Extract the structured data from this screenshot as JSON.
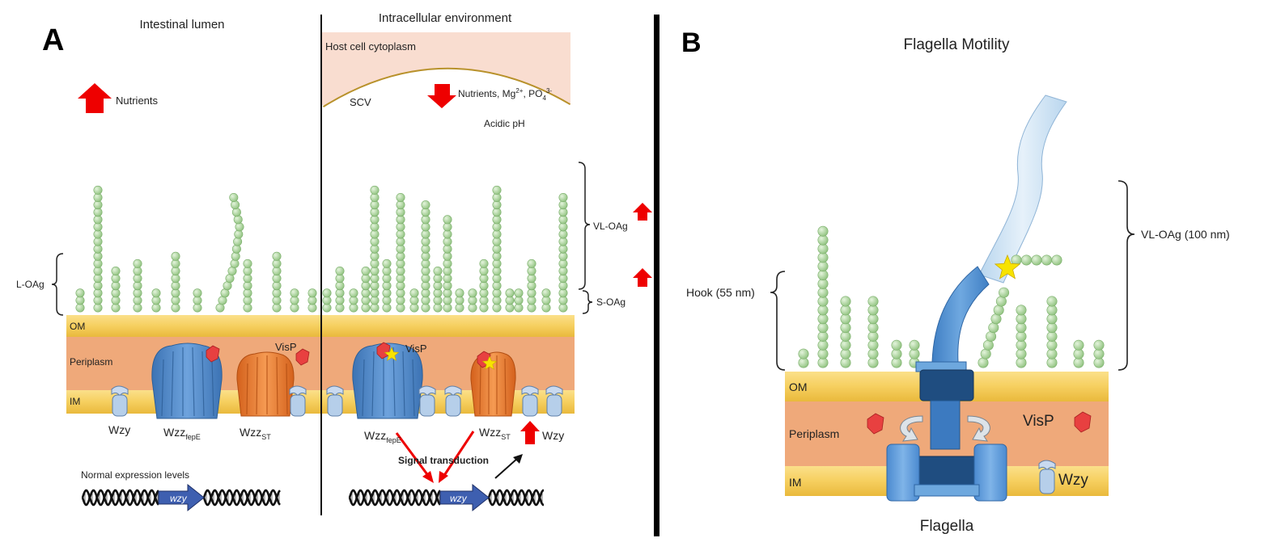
{
  "panel_a": {
    "letter": "A",
    "left_header": "Intestinal lumen",
    "right_header": "Intracellular environment",
    "host_cytoplasm": "Host cell cytoplasm",
    "scv": "SCV",
    "nutrients_up": "Nutrients",
    "nutrients_down": "Nutrients, Mg",
    "mg_sup": "2+",
    "po4": ", PO",
    "po4_sub": "4",
    "po4_sup": "3-",
    "acidic": "Acidic pH",
    "l_oag": "L-OAg",
    "vl_oag": "VL-OAg",
    "s_oag": "S-OAg",
    "om": "OM",
    "periplasm": "Periplasm",
    "im": "IM",
    "visp_left": "VisP",
    "visp_right": "VisP",
    "wzy_left": "Wzy",
    "wzy_right": "Wzy",
    "wzz": "Wzz",
    "fepe_sub": "fepE",
    "st_sub": "ST",
    "normal_expression": "Normal expression levels",
    "gene": "wzy",
    "signal_transduction": "Signal transduction"
  },
  "panel_b": {
    "letter": "B",
    "title": "Flagella Motility",
    "vl_oag": "VL-OAg (100 nm)",
    "hook": "Hook (55 nm)",
    "om": "OM",
    "periplasm": "Periplasm",
    "im": "IM",
    "visp": "VisP",
    "wzy": "Wzy",
    "flagella": "Flagella"
  },
  "colors": {
    "membrane_yellow": "#f6cf5f",
    "periplasm": "#efa97a",
    "bead": "#a9d39a",
    "blue_protein": "#4a86c8",
    "orange_protein": "#e8772e",
    "arrow_red": "#ee0000",
    "dark_blue": "#1f4d80"
  }
}
